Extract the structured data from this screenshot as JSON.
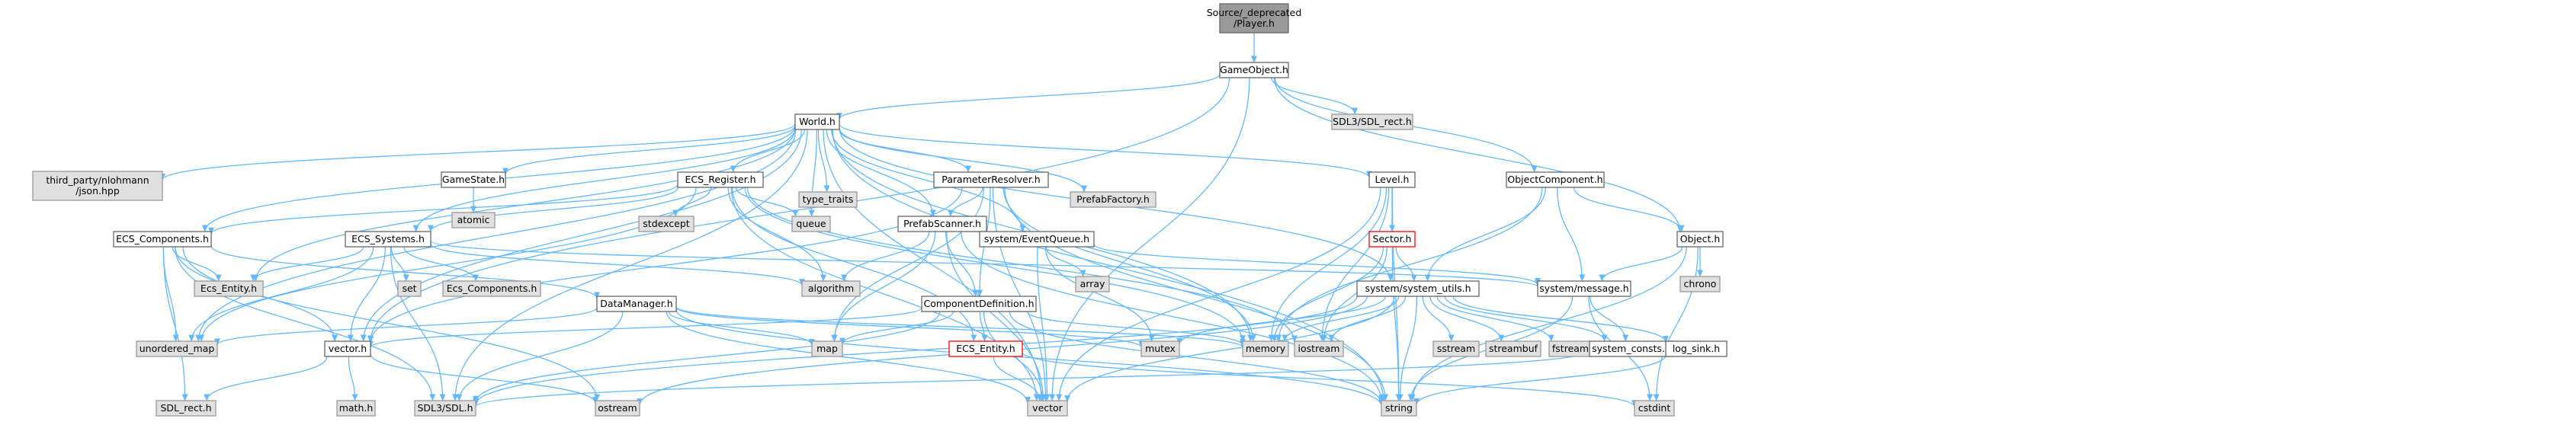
{
  "graph": {
    "title": "Source/_deprecated/Player.h",
    "style": {
      "root_fill": "#999999",
      "root_stroke": "#666666",
      "project_fill": "#ffffff",
      "project_stroke": "#666666",
      "system_fill": "#e0e0e0",
      "system_stroke": "#999999",
      "missing_stroke": "#ff0000",
      "edge_color": "#63b8ff"
    },
    "nodes": [
      {
        "id": "player",
        "label": "Source/_deprecated\n/Player.h",
        "kind": "root"
      },
      {
        "id": "gameobject",
        "label": "GameObject.h",
        "kind": "project"
      },
      {
        "id": "world",
        "label": "World.h",
        "kind": "project"
      },
      {
        "id": "sdl3rect",
        "label": "SDL3/SDL_rect.h",
        "kind": "system"
      },
      {
        "id": "json",
        "label": "third_party/nlohmann\n/json.hpp",
        "kind": "system"
      },
      {
        "id": "gamestate",
        "label": "GameState.h",
        "kind": "project"
      },
      {
        "id": "ecsreg",
        "label": "ECS_Register.h",
        "kind": "project"
      },
      {
        "id": "typetraits",
        "label": "type_traits",
        "kind": "system"
      },
      {
        "id": "paramres",
        "label": "ParameterResolver.h",
        "kind": "project"
      },
      {
        "id": "prefabfactory",
        "label": "PrefabFactory.h",
        "kind": "system"
      },
      {
        "id": "level",
        "label": "Level.h",
        "kind": "project"
      },
      {
        "id": "objcomp",
        "label": "ObjectComponent.h",
        "kind": "project"
      },
      {
        "id": "atomic",
        "label": "atomic",
        "kind": "system"
      },
      {
        "id": "stdexcept",
        "label": "stdexcept",
        "kind": "system"
      },
      {
        "id": "queue",
        "label": "queue",
        "kind": "system"
      },
      {
        "id": "prefabscanner",
        "label": "PrefabScanner.h",
        "kind": "project"
      },
      {
        "id": "eventqueue",
        "label": "system/EventQueue.h",
        "kind": "project"
      },
      {
        "id": "sector",
        "label": "Sector.h",
        "kind": "missing"
      },
      {
        "id": "object",
        "label": "Object.h",
        "kind": "project"
      },
      {
        "id": "ecscomp",
        "label": "ECS_Components.h",
        "kind": "project"
      },
      {
        "id": "ecssys",
        "label": "ECS_Systems.h",
        "kind": "project"
      },
      {
        "id": "array",
        "label": "array",
        "kind": "system"
      },
      {
        "id": "chrono",
        "label": "chrono",
        "kind": "system"
      },
      {
        "id": "ecsentity1",
        "label": "Ecs_Entity.h",
        "kind": "system"
      },
      {
        "id": "set",
        "label": "set",
        "kind": "system"
      },
      {
        "id": "ecscomponents2",
        "label": "Ecs_Components.h",
        "kind": "system"
      },
      {
        "id": "algorithm",
        "label": "algorithm",
        "kind": "system"
      },
      {
        "id": "sysutils",
        "label": "system/system_utils.h",
        "kind": "project"
      },
      {
        "id": "message",
        "label": "system/message.h",
        "kind": "project"
      },
      {
        "id": "datamgr",
        "label": "DataManager.h",
        "kind": "project"
      },
      {
        "id": "compdef",
        "label": "ComponentDefinition.h",
        "kind": "project"
      },
      {
        "id": "unorderedmap",
        "label": "unordered_map",
        "kind": "system"
      },
      {
        "id": "vectorh",
        "label": "vector.h",
        "kind": "project"
      },
      {
        "id": "map",
        "label": "map",
        "kind": "system"
      },
      {
        "id": "mutex",
        "label": "mutex",
        "kind": "system"
      },
      {
        "id": "memory",
        "label": "memory",
        "kind": "system"
      },
      {
        "id": "iostream",
        "label": "iostream",
        "kind": "system"
      },
      {
        "id": "sstream",
        "label": "sstream",
        "kind": "system"
      },
      {
        "id": "streambuf",
        "label": "streambuf",
        "kind": "system"
      },
      {
        "id": "fstream",
        "label": "fstream",
        "kind": "system"
      },
      {
        "id": "sysconsts",
        "label": "system_consts.h",
        "kind": "project"
      },
      {
        "id": "logsink",
        "label": "log_sink.h",
        "kind": "project"
      },
      {
        "id": "ecsentity2",
        "label": "ECS_Entity.h",
        "kind": "missing"
      },
      {
        "id": "sdlrect",
        "label": "SDL_rect.h",
        "kind": "system"
      },
      {
        "id": "mathh",
        "label": "math.h",
        "kind": "system"
      },
      {
        "id": "sdl3sdl",
        "label": "SDL3/SDL.h",
        "kind": "system"
      },
      {
        "id": "ostream",
        "label": "ostream",
        "kind": "system"
      },
      {
        "id": "vector",
        "label": "vector",
        "kind": "system"
      },
      {
        "id": "string",
        "label": "string",
        "kind": "system"
      },
      {
        "id": "cstdint",
        "label": "cstdint",
        "kind": "system"
      }
    ],
    "edges": [
      [
        "player",
        "gameobject"
      ],
      [
        "gameobject",
        "world"
      ],
      [
        "gameobject",
        "sdl3rect"
      ],
      [
        "gameobject",
        "objcomp"
      ],
      [
        "gameobject",
        "object"
      ],
      [
        "gameobject",
        "vectorh"
      ],
      [
        "gameobject",
        "vector"
      ],
      [
        "world",
        "json"
      ],
      [
        "world",
        "gamestate"
      ],
      [
        "world",
        "ecsreg"
      ],
      [
        "world",
        "typetraits"
      ],
      [
        "world",
        "paramres"
      ],
      [
        "world",
        "prefabfactory"
      ],
      [
        "world",
        "level"
      ],
      [
        "world",
        "queue"
      ],
      [
        "world",
        "prefabscanner"
      ],
      [
        "world",
        "eventqueue"
      ],
      [
        "world",
        "ecscomp"
      ],
      [
        "world",
        "ecssys"
      ],
      [
        "world",
        "ecsentity1"
      ],
      [
        "world",
        "sysutils"
      ],
      [
        "world",
        "unorderedmap"
      ],
      [
        "world",
        "vectorh"
      ],
      [
        "world",
        "memory"
      ],
      [
        "world",
        "vector"
      ],
      [
        "world",
        "string"
      ],
      [
        "world",
        "sdl3sdl"
      ],
      [
        "gamestate",
        "atomic"
      ],
      [
        "ecsreg",
        "ecscomp"
      ],
      [
        "ecsreg",
        "ecssys"
      ],
      [
        "ecsreg",
        "stdexcept"
      ],
      [
        "ecsreg",
        "queue"
      ],
      [
        "ecsreg",
        "algorithm"
      ],
      [
        "ecsreg",
        "ecsentity2"
      ],
      [
        "ecsreg",
        "unorderedmap"
      ],
      [
        "ecsreg",
        "memory"
      ],
      [
        "ecsreg",
        "vector"
      ],
      [
        "ecsreg",
        "iostream"
      ],
      [
        "paramres",
        "prefabscanner"
      ],
      [
        "paramres",
        "compdef"
      ],
      [
        "paramres",
        "map"
      ],
      [
        "paramres",
        "vector"
      ],
      [
        "paramres",
        "memory"
      ],
      [
        "paramres",
        "string"
      ],
      [
        "paramres",
        "vectorh"
      ],
      [
        "level",
        "sector"
      ],
      [
        "level",
        "memory"
      ],
      [
        "level",
        "iostream"
      ],
      [
        "level",
        "vector"
      ],
      [
        "level",
        "string"
      ],
      [
        "objcomp",
        "sysutils"
      ],
      [
        "objcomp",
        "message"
      ],
      [
        "objcomp",
        "object"
      ],
      [
        "objcomp",
        "memory"
      ],
      [
        "prefabscanner",
        "compdef"
      ],
      [
        "prefabscanner",
        "algorithm"
      ],
      [
        "prefabscanner",
        "map"
      ],
      [
        "prefabscanner",
        "vector"
      ],
      [
        "prefabscanner",
        "string"
      ],
      [
        "eventqueue",
        "array"
      ],
      [
        "eventqueue",
        "mutex"
      ],
      [
        "eventqueue",
        "message"
      ],
      [
        "eventqueue",
        "vector"
      ],
      [
        "sector",
        "sysutils"
      ],
      [
        "sector",
        "memory"
      ],
      [
        "sector",
        "iostream"
      ],
      [
        "sector",
        "string"
      ],
      [
        "object",
        "chrono"
      ],
      [
        "object",
        "message"
      ],
      [
        "object",
        "cstdint"
      ],
      [
        "object",
        "string"
      ],
      [
        "ecscomp",
        "ecsentity1"
      ],
      [
        "ecscomp",
        "datamgr"
      ],
      [
        "ecscomp",
        "unorderedmap"
      ],
      [
        "ecscomp",
        "vectorh"
      ],
      [
        "ecscomp",
        "sdlrect"
      ],
      [
        "ecscomp",
        "sdl3sdl"
      ],
      [
        "ecscomp",
        "ostream"
      ],
      [
        "ecssys",
        "ecsentity1"
      ],
      [
        "ecssys",
        "set"
      ],
      [
        "ecssys",
        "ecscomponents2"
      ],
      [
        "ecssys",
        "algorithm"
      ],
      [
        "ecssys",
        "unorderedmap"
      ],
      [
        "ecssys",
        "vectorh"
      ],
      [
        "ecssys",
        "sdl3sdl"
      ],
      [
        "ecssys",
        "message"
      ],
      [
        "sysutils",
        "mutex"
      ],
      [
        "sysutils",
        "memory"
      ],
      [
        "sysutils",
        "iostream"
      ],
      [
        "sysutils",
        "sstream"
      ],
      [
        "sysutils",
        "streambuf"
      ],
      [
        "sysutils",
        "fstream"
      ],
      [
        "sysutils",
        "sysconsts"
      ],
      [
        "sysutils",
        "logsink"
      ],
      [
        "sysutils",
        "string"
      ],
      [
        "sysutils",
        "vector"
      ],
      [
        "sysutils",
        "ostream"
      ],
      [
        "sysutils",
        "sdl3sdl"
      ],
      [
        "message",
        "sysconsts"
      ],
      [
        "message",
        "cstdint"
      ],
      [
        "message",
        "string"
      ],
      [
        "datamgr",
        "unorderedmap"
      ],
      [
        "datamgr",
        "map"
      ],
      [
        "datamgr",
        "mutex"
      ],
      [
        "datamgr",
        "string"
      ],
      [
        "datamgr",
        "vector"
      ],
      [
        "datamgr",
        "sdl3sdl"
      ],
      [
        "datamgr",
        "memory"
      ],
      [
        "compdef",
        "ecsentity2"
      ],
      [
        "compdef",
        "map"
      ],
      [
        "compdef",
        "string"
      ],
      [
        "compdef",
        "vectorh"
      ],
      [
        "compdef",
        "memory"
      ],
      [
        "compdef",
        "vector"
      ],
      [
        "compdef",
        "sdl3sdl"
      ],
      [
        "ecsentity2",
        "vector"
      ],
      [
        "ecsentity2",
        "cstdint"
      ],
      [
        "vectorh",
        "sdlrect"
      ],
      [
        "vectorh",
        "mathh"
      ],
      [
        "vectorh",
        "ostream"
      ],
      [
        "logsink",
        "string"
      ],
      [
        "sysconsts",
        "sdl3sdl"
      ]
    ]
  }
}
